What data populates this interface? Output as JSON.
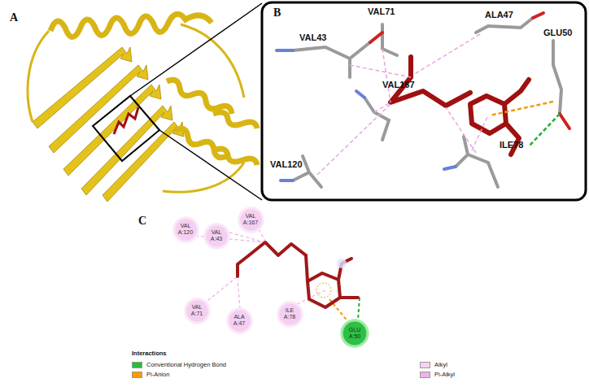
{
  "diagram": {
    "nodes": [
      {
        "text": [
          "VAL A:120"
        ]
      },
      {
        "text": [
          "VAL A:43"
        ]
      },
      {
        "text": [
          "VAL A:167"
        ]
      },
      {
        "text": [
          "VAL A:71"
        ]
      },
      {
        "text": [
          "ALA A:47"
        ]
      },
      {
        "text": [
          "ILE A:78"
        ]
      },
      {
        "text": [
          "GLU A:50"
        ]
      }
    ],
    "labels": [
      "A",
      "B",
      "VAL71",
      "VAL43",
      "ALA47",
      "GLU50",
      "VAL167",
      "VAL120",
      "ILE78",
      "C",
      "Interactions"
    ],
    "legend": [
      {
        "text": "Conventional Hydrogen Bond",
        "color": "#22c03a"
      },
      {
        "text": "Pi-Anion",
        "color": "#ff9a00"
      },
      {
        "text": "Alkyl",
        "color": "#f8d2f2"
      },
      {
        "text": "Pi-Alkyl",
        "color": "#f0b2ea"
      }
    ]
  }
}
